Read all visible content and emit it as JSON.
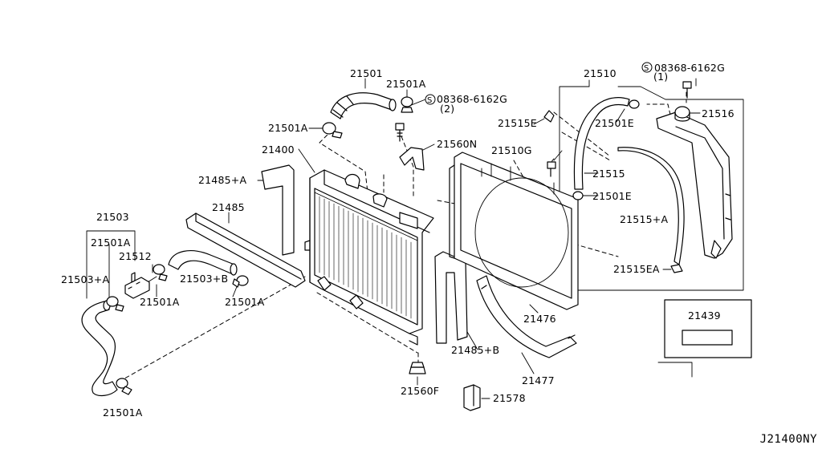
{
  "diagram": {
    "code": "J21400NY",
    "labels": {
      "p21501_top": "21501",
      "p21501A_top": "21501A",
      "bolt_left": "08368-6162G",
      "bolt_left_qty": "(2)",
      "p21501A_left": "21501A",
      "p21560N": "21560N",
      "p21400": "21400",
      "p21485A": "21485+A",
      "p21485": "21485",
      "p21503": "21503",
      "p21501A_hose": "21501A",
      "p21512": "21512",
      "p21503A": "21503+A",
      "p21503B": "21503+B",
      "p21501A_clampa": "21501A",
      "p21501A_clampb": "21501A",
      "p21501A_bottom": "21501A",
      "p21560F": "21560F",
      "p21578": "21578",
      "p21485B": "21485+B",
      "p21476": "21476",
      "p21477": "21477",
      "p21510": "21510",
      "bolt_right": "08368-6162G",
      "bolt_right_qty": "(1)",
      "p21516": "21516",
      "p21515E": "21515E",
      "p21501E_top": "21501E",
      "p21510G": "21510G",
      "p21515": "21515",
      "p21501E_mid": "21501E",
      "p21515A": "21515+A",
      "p21515EA": "21515EA",
      "p21439": "21439"
    }
  }
}
